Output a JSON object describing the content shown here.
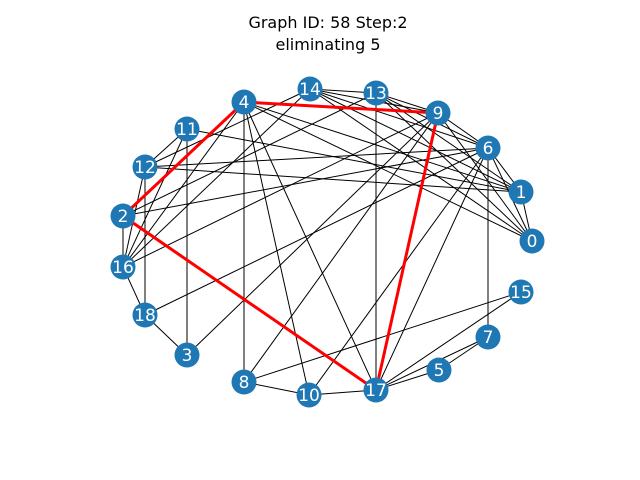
{
  "title": {
    "line1": "Graph ID: 58    Step:2",
    "line2": "eliminating 5"
  },
  "colors": {
    "node": "#1f77b4",
    "node_label": "#ffffff",
    "edge": "#000000",
    "highlight_edge": "#ff0000"
  },
  "graph": {
    "nodes": [
      "0",
      "1",
      "2",
      "3",
      "4",
      "5",
      "6",
      "7",
      "8",
      "9",
      "10",
      "11",
      "12",
      "13",
      "14",
      "15",
      "16",
      "17",
      "18"
    ],
    "edges": [
      [
        "4",
        "8"
      ],
      [
        "4",
        "10"
      ],
      [
        "4",
        "17"
      ],
      [
        "4",
        "16"
      ],
      [
        "4",
        "1"
      ],
      [
        "4",
        "0"
      ],
      [
        "14",
        "16"
      ],
      [
        "14",
        "13"
      ],
      [
        "14",
        "9"
      ],
      [
        "14",
        "6"
      ],
      [
        "14",
        "1"
      ],
      [
        "14",
        "0"
      ],
      [
        "14",
        "12"
      ],
      [
        "13",
        "17"
      ],
      [
        "13",
        "2"
      ],
      [
        "13",
        "9"
      ],
      [
        "13",
        "1"
      ],
      [
        "13",
        "0"
      ],
      [
        "13",
        "6"
      ],
      [
        "9",
        "6"
      ],
      [
        "9",
        "0"
      ],
      [
        "9",
        "16"
      ],
      [
        "9",
        "8"
      ],
      [
        "9",
        "3"
      ],
      [
        "6",
        "1"
      ],
      [
        "6",
        "0"
      ],
      [
        "6",
        "2"
      ],
      [
        "6",
        "12"
      ],
      [
        "6",
        "18"
      ],
      [
        "6",
        "10"
      ],
      [
        "6",
        "7"
      ],
      [
        "6",
        "17"
      ],
      [
        "11",
        "16"
      ],
      [
        "11",
        "12"
      ],
      [
        "11",
        "3"
      ],
      [
        "11",
        "1"
      ],
      [
        "12",
        "18"
      ],
      [
        "12",
        "1"
      ],
      [
        "12",
        "16"
      ],
      [
        "2",
        "16"
      ],
      [
        "16",
        "18"
      ],
      [
        "18",
        "3"
      ],
      [
        "8",
        "10"
      ],
      [
        "8",
        "15"
      ],
      [
        "10",
        "17"
      ],
      [
        "17",
        "15"
      ],
      [
        "17",
        "7"
      ],
      [
        "17",
        "5"
      ],
      [
        "7",
        "5"
      ],
      [
        "1",
        "0"
      ]
    ],
    "highlight_edges": [
      [
        "4",
        "9"
      ],
      [
        "9",
        "17"
      ],
      [
        "17",
        "2"
      ],
      [
        "2",
        "4"
      ]
    ]
  }
}
